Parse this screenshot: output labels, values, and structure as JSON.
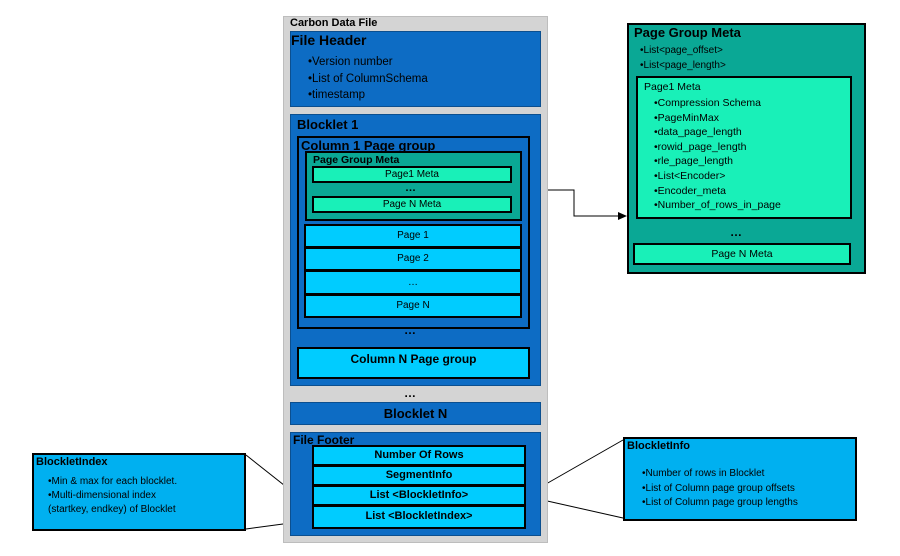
{
  "carbon": {
    "title": "Carbon Data File",
    "header": {
      "title": "File Header",
      "items": [
        "•Version number",
        "•List of ColumnSchema",
        "•timestamp"
      ]
    },
    "blocklet1": {
      "title": "Blocklet 1",
      "column1": {
        "title": "Column 1 Page group",
        "meta": {
          "title": "Page Group Meta",
          "page1": "Page1 Meta",
          "dots": "…",
          "pageN": "Page N Meta"
        },
        "pages": [
          "Page 1",
          "Page 2",
          "…",
          "Page N"
        ]
      },
      "dots": "…",
      "columnN": "Column N Page group"
    },
    "dots": "…",
    "blockletN": "Blocklet N",
    "footer": {
      "title": "File Footer",
      "rows": [
        "Number Of Rows",
        "SegmentInfo",
        "List <BlockletInfo>",
        "List <BlockletIndex>"
      ]
    }
  },
  "pageGroupMeta": {
    "title": "Page Group Meta",
    "items": [
      "•List<page_offset>",
      "•List<page_length>"
    ],
    "page1": {
      "title": "Page1 Meta",
      "items": [
        "•Compression Schema",
        "•PageMinMax",
        "•data_page_length",
        "•rowid_page_length",
        "•rle_page_length",
        "•List<Encoder>",
        "•Encoder_meta",
        "•Number_of_rows_in_page"
      ]
    },
    "dots": "…",
    "pageN": "Page N Meta"
  },
  "blockletIndex": {
    "title": "BlockletIndex",
    "items": [
      "•Min & max for each blocklet.",
      "•Multi-dimensional index",
      "(startkey, endkey)  of Blocklet"
    ]
  },
  "blockletInfo": {
    "title": "BlockletInfo",
    "items": [
      "•Number of rows in Blocklet",
      "•List of  Column page group offsets",
      "•List of  Column page group lengths"
    ]
  }
}
